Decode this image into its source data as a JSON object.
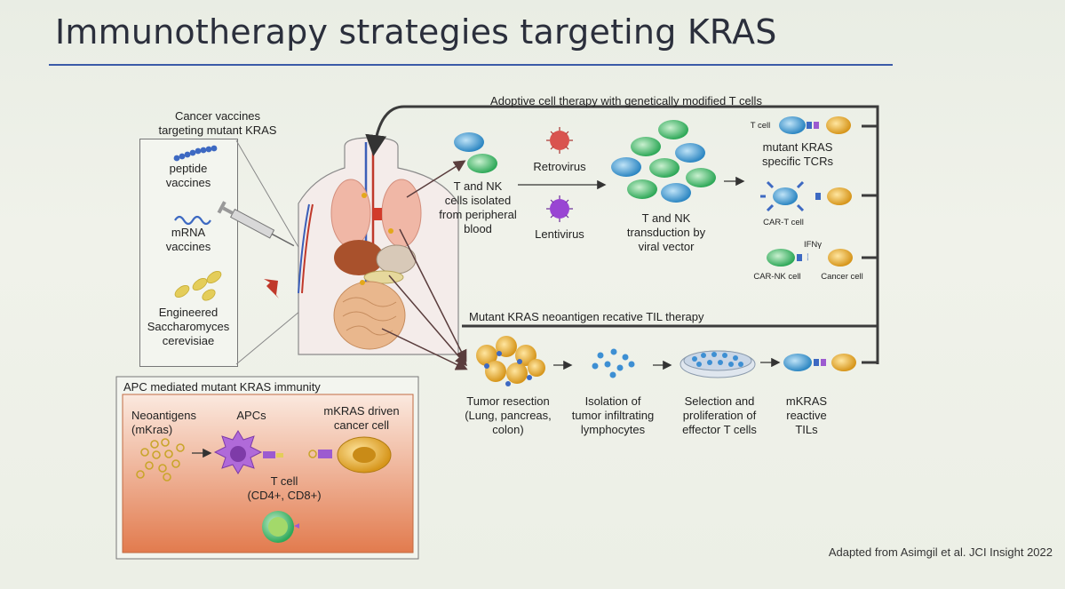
{
  "title": "Immunotherapy strategies targeting KRAS",
  "citation": "Adapted from Asimgil et al. JCI Insight 2022",
  "colors": {
    "title_rule": "#3b5aa8",
    "blue_cell": "#3d9ad3",
    "green_cell": "#3fb96a",
    "cancer_cell": "#e3a81b",
    "apc_purple": "#a65bd6",
    "retrovirus_red": "#d9534f",
    "lentivirus_purple": "#8e3fc7",
    "apc_panel_gradient_end": "#e8855a"
  },
  "vaccines": {
    "heading": "Cancer vaccines\ntargeting mutant KRAS",
    "peptide": "peptide\nvaccines",
    "mrna": "mRNA\nvaccines",
    "yeast": "Engineered\nSaccharomyces\ncerevisiae"
  },
  "act": {
    "heading": "Adoptive cell therapy with genetically modified T cells",
    "isolated": "T and NK\ncells isolated\nfrom peripheral\nblood",
    "retrovirus": "Retrovirus",
    "lentivirus": "Lentivirus",
    "transduction": "T and NK\ntransduction by\nviral vector",
    "tcell_small": "T cell",
    "tcr": "mutant KRAS\nspecific TCRs",
    "cart": "CAR-T cell",
    "ifn": "IFNγ",
    "carnk": "CAR-NK cell",
    "cancer": "Cancer cell"
  },
  "til": {
    "heading": "Mutant KRAS neoantigen recative TIL therapy",
    "resection": "Tumor resection\n(Lung, pancreas,\ncolon)",
    "isolation": "Isolation of\ntumor infiltrating\nlymphocytes",
    "selection": "Selection and\nproliferation of\neffector T cells",
    "reactive": "mKRAS\nreactive\nTILs"
  },
  "apc": {
    "heading": "APC mediated mutant KRAS immunity",
    "neoantigens": "Neoantigens\n(mKras)",
    "apcs": "APCs",
    "driven": "mKRAS driven\ncancer cell",
    "tcell": "T cell\n(CD4+, CD8+)"
  }
}
